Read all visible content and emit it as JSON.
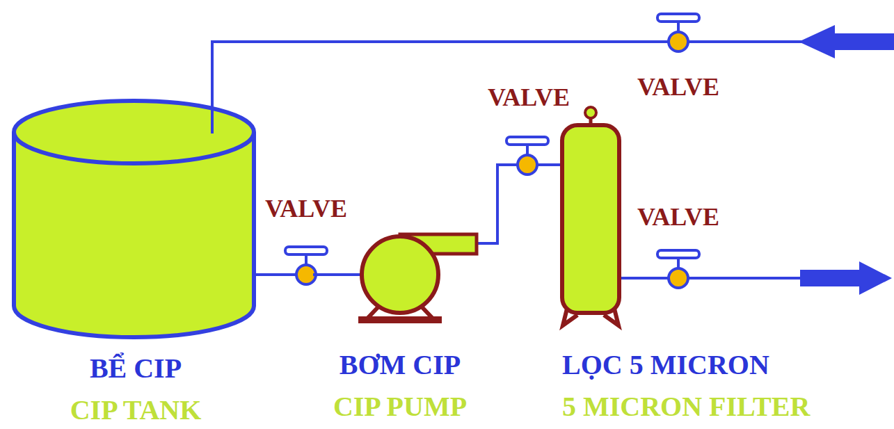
{
  "diagram": {
    "nodes": [
      {
        "text": [
          "BỂ CIP",
          "CIP TANK"
        ]
      },
      {
        "text": [
          "BƠM CIP",
          "CIP PUMP"
        ]
      },
      {
        "text": [
          "LỌC 5 MICRON",
          "5 MICRON FILTER"
        ]
      }
    ],
    "edges": [
      {
        "from": 0,
        "to": 1,
        "arrow": "none"
      },
      {
        "from": 1,
        "to": 2,
        "arrow": "none"
      }
    ],
    "labels": [
      "VALVE",
      "VALVE",
      "VALVE",
      "VALVE"
    ]
  }
}
